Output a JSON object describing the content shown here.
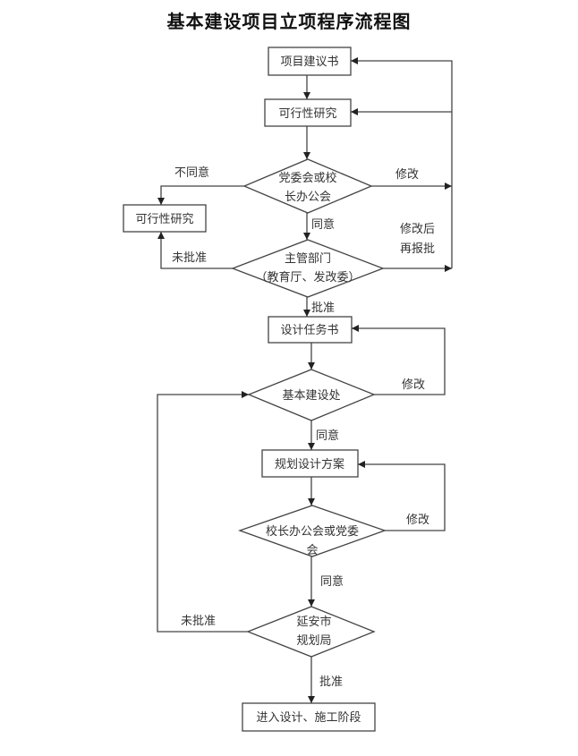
{
  "title": "基本建设项目立项程序流程图",
  "nodes": {
    "proposal": "项目建议书",
    "feasibility": "可行性研究",
    "committee1": [
      "党委会或校",
      "长办公会"
    ],
    "feasibility_left": "可行性研究",
    "authority": [
      "主管部门",
      "（教育厅、发改委）"
    ],
    "design_task": "设计任务书",
    "construction_office": "基本建设处",
    "planning_scheme": "规划设计方案",
    "committee2": [
      "校长办公会或党委",
      "会"
    ],
    "city_planning": [
      "延安市",
      "规划局"
    ],
    "final": "进入设计、施工阶段"
  },
  "edges": {
    "disagree": "不同意",
    "modify1": "修改",
    "agree1": "同意",
    "not_approved1": "未批准",
    "modify_resubmit": [
      "修改后",
      "再报批"
    ],
    "approved1": "批准",
    "modify2": "修改",
    "agree2": "同意",
    "modify3": "修改",
    "agree3": "同意",
    "not_approved2": "未批准",
    "approved2": "批准"
  }
}
